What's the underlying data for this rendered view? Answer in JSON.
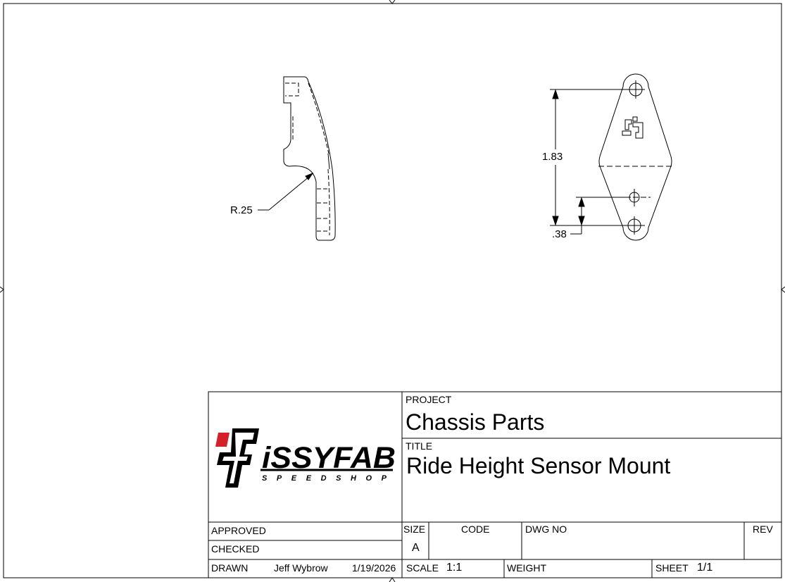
{
  "drawing": {
    "dimensions": {
      "radius": "R.25",
      "overall_height": "1.83",
      "hole_spacing": ".38"
    }
  },
  "logo": {
    "brand": "iSSYFAB",
    "tagline": "SPEEDSHOP",
    "colors": {
      "accent": "#d42027",
      "ink": "#000000"
    }
  },
  "title_block": {
    "project_label": "PROJECT",
    "project": "Chassis Parts",
    "title_label": "TITLE",
    "title": "Ride Height Sensor Mount",
    "approved_label": "APPROVED",
    "checked_label": "CHECKED",
    "drawn_label": "DRAWN",
    "drawn_by": "Jeff Wybrow",
    "drawn_date": "1/19/2026",
    "size_label": "SIZE",
    "size": "A",
    "code_label": "CODE",
    "dwg_no_label": "DWG NO",
    "rev_label": "REV",
    "scale_label": "SCALE",
    "scale": "1:1",
    "weight_label": "WEIGHT",
    "sheet_label": "SHEET",
    "sheet": "1/1"
  }
}
